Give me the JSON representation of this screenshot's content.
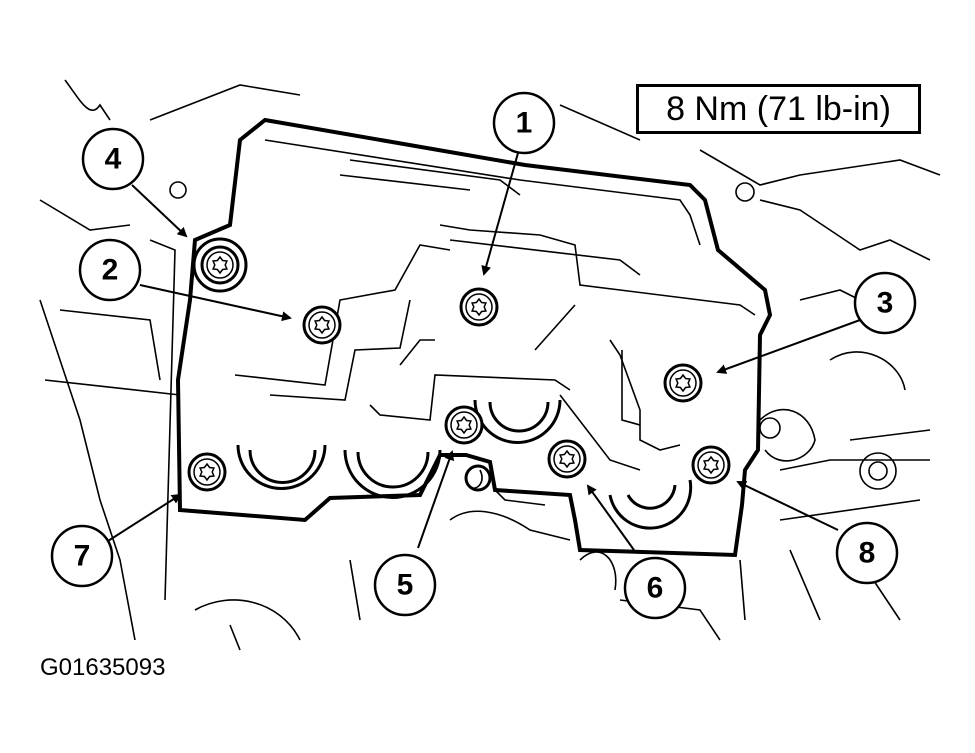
{
  "torque_spec": "8 Nm (71 lb-in)",
  "figure_id": "G01635093",
  "callouts": {
    "c1": "1",
    "c2": "2",
    "c3": "3",
    "c4": "4",
    "c5": "5",
    "c6": "6",
    "c7": "7",
    "c8": "8"
  }
}
